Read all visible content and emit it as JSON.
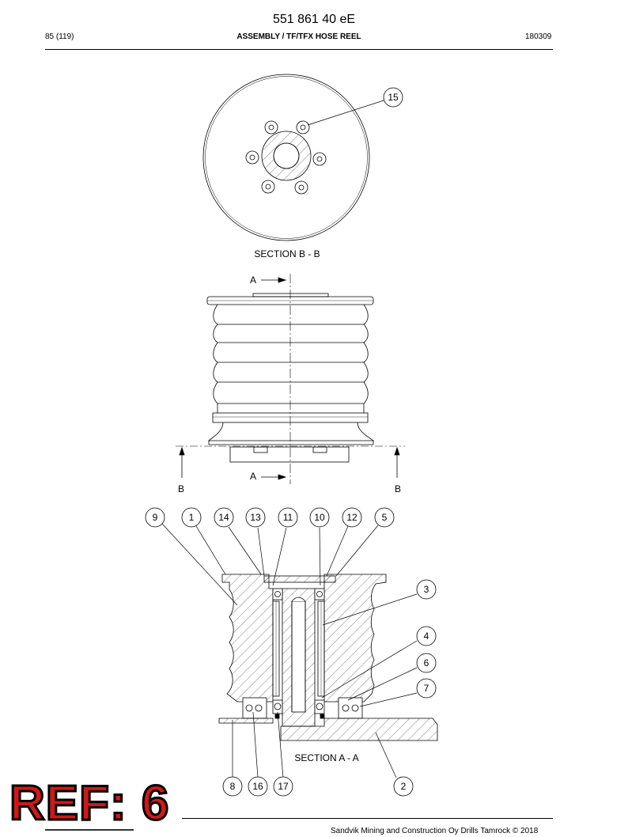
{
  "header": {
    "doc_number": "551 861 40 eE",
    "page": "85 (119)",
    "title": "ASSEMBLY / TF/TFX HOSE REEL",
    "date": "180309"
  },
  "drawing": {
    "section_bb_label": "SECTION  B - B",
    "section_aa_label": "SECTION  A - A",
    "cut_a_label": "A",
    "cut_b_label": "B",
    "balloons": {
      "b15": "15",
      "b9": "9",
      "b1": "1",
      "b14": "14",
      "b13": "13",
      "b11": "11",
      "b10": "10",
      "b12": "12",
      "b5": "5",
      "b3": "3",
      "b4": "4",
      "b6": "6",
      "b7": "7",
      "b8": "8",
      "b16": "16",
      "b17": "17",
      "b2": "2"
    }
  },
  "stamp": {
    "ref": "REF: 6"
  },
  "footer": {
    "copyright": "Sandvik Mining and Construction Oy Drills Tamrock © 2018"
  }
}
